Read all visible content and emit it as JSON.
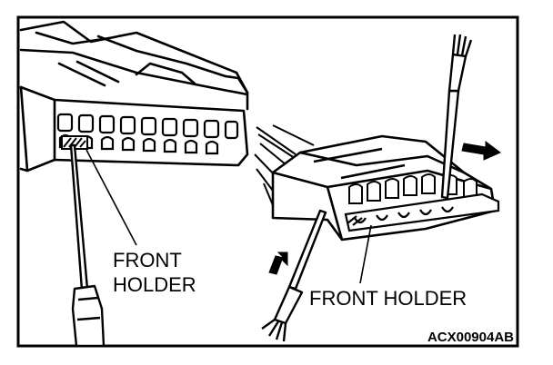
{
  "figure": {
    "labels": {
      "left_holder_line1": "FRONT",
      "left_holder_line2": "HOLDER",
      "right_holder": "FRONT HOLDER",
      "figure_code": "ACX00904AB"
    }
  }
}
